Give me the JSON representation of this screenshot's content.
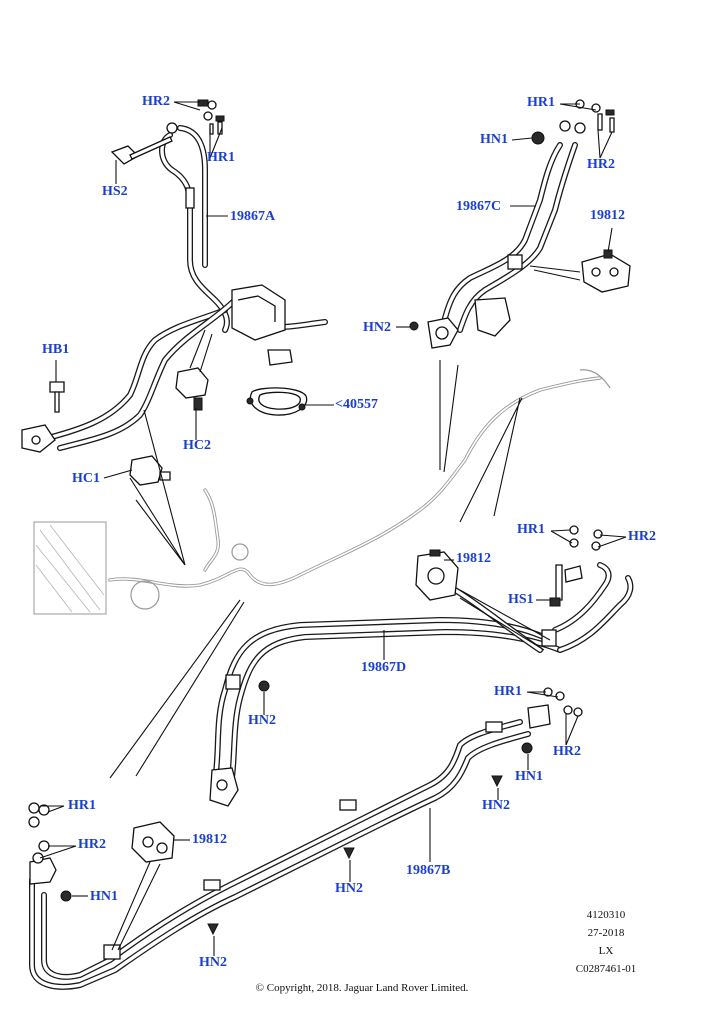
{
  "callouts": {
    "hr2_a": "HR2",
    "hr1_a": "HR1",
    "hs2": "HS2",
    "p19867a": "19867A",
    "hb1": "HB1",
    "hc2": "HC2",
    "hc1": "HC1",
    "p40557": "<40557",
    "hr1_b": "HR1",
    "hn1_b": "HN1",
    "hr2_b": "HR2",
    "p19867c": "19867C",
    "p19812_b": "19812",
    "hn2_b": "HN2",
    "hr1_c": "HR1",
    "hr2_c": "HR2",
    "p19812_c": "19812",
    "hs1": "HS1",
    "p19867d": "19867D",
    "hn2_d": "HN2",
    "hr1_e": "HR1",
    "hr2_e": "HR2",
    "hn1_e": "HN1",
    "hn2_e": "HN2",
    "hr1_f": "HR1",
    "hr2_f": "HR2",
    "hn1_f": "HN1",
    "p19812_f": "19812",
    "hn2_f": "HN2",
    "p19867b": "19867B",
    "hn2_g": "HN2"
  },
  "reference": {
    "line1": "4120310",
    "line2": "27-2018",
    "line3": "LX",
    "line4": "C0287461-01"
  },
  "copyright": "© Copyright, 2018. Jaguar Land Rover Limited.",
  "colors": {
    "callout": "#1a3fd0",
    "line": "#111111",
    "ghost": "#9a9a9a"
  }
}
